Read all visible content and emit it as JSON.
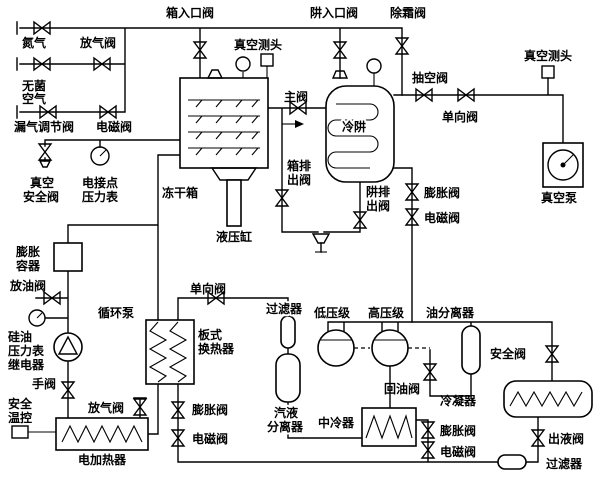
{
  "colors": {
    "line": "#000000",
    "background": "#ffffff",
    "text": "#000000"
  },
  "labels": {
    "box_inlet_valve": "箱入口阀",
    "trap_inlet_valve": "阱入口阀",
    "defrost_valve": "除霜阀",
    "nitrogen": "氮气",
    "vent_valve_top": "放气阀",
    "vacuum_probe_center": "真空测头",
    "sterile_air": [
      "无菌",
      "空气"
    ],
    "leak_adjust_valve": "漏气调节阀",
    "solenoid_valve_left": "电磁阀",
    "vacuum_safety_valve": [
      "真空",
      "安全阀"
    ],
    "contact_pressure_gauge": [
      "电接点",
      "压力表"
    ],
    "freeze_dry_chamber": "冻干箱",
    "main_valve": "主阀",
    "cold_trap": "冷阱",
    "evacuate_valve": "抽空阀",
    "check_valve_top": "单向阀",
    "vacuum_probe_right": "真空测头",
    "vacuum_pump": "真空泵",
    "chamber_drain_valve": [
      "箱排",
      "出阀"
    ],
    "trap_drain_valve": [
      "阱排",
      "出阀"
    ],
    "expansion_valve_trap": "膨胀阀",
    "solenoid_valve_trap": "电磁阀",
    "hydraulic_cylinder": "液压缸",
    "expansion_vessel": [
      "膨胀",
      "容器"
    ],
    "oil_drain_valve": "放油阀",
    "check_valve_mid": "单向阀",
    "circulation_pump": "循环泵",
    "plate_heat_exchanger": [
      "板式",
      "换热器"
    ],
    "filter_mid": "过滤器",
    "low_pressure_stage": "低压级",
    "high_pressure_stage": "高压级",
    "oil_separator": "油分离器",
    "safety_valve": "安全阀",
    "oil_return_valve": "回油阀",
    "silicone_oil_gauge_relay": [
      "硅油",
      "压力表",
      "继电器"
    ],
    "hand_valve": "手阀",
    "safety_thermostat": [
      "安全",
      "温控"
    ],
    "vent_valve_bottom": "放气阀",
    "electric_heater": "电加热器",
    "expansion_valve_hx": "膨胀阀",
    "solenoid_valve_hx": "电磁阀",
    "vapor_liquid_separator": [
      "汽液",
      "分离器"
    ],
    "intercooler": "中冷器",
    "condenser": "冷凝器",
    "expansion_valve_ic": "膨胀阀",
    "solenoid_valve_ic": "电磁阀",
    "liquid_out_valve": "出液阀",
    "filter_bottom": "过滤器"
  }
}
